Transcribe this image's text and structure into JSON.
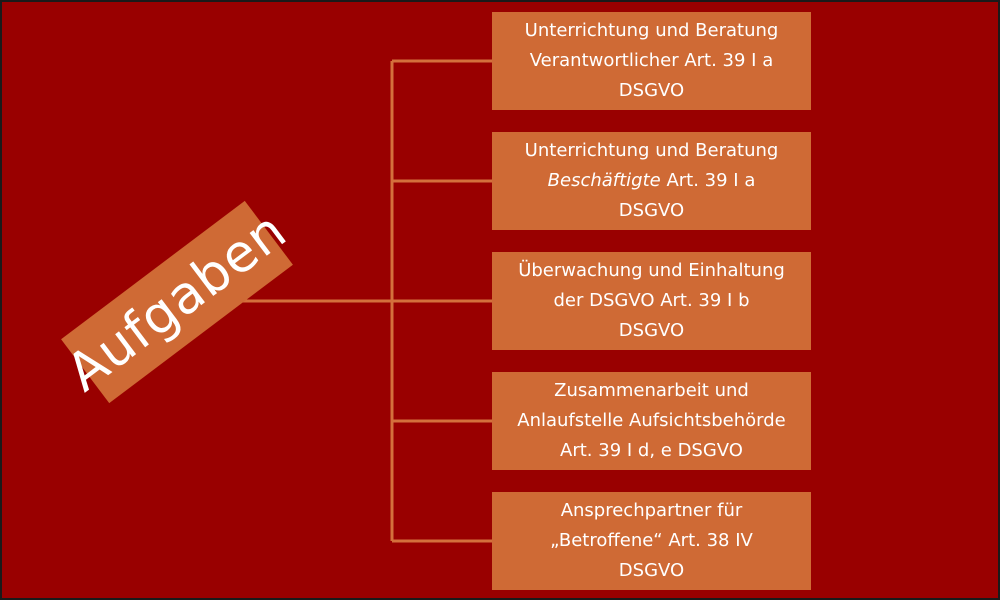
{
  "root": {
    "label": "Aufgaben"
  },
  "colors": {
    "background": "#990000",
    "box": "#cf6a35",
    "connector": "#d4703c",
    "text": "#ffffff"
  },
  "tasks": [
    {
      "line1": "Unterrichtung und Beratung",
      "line2_italic": "",
      "line2": "Verantwortlicher Art. 39 I a",
      "line3": "DSGVO"
    },
    {
      "line1": "Unterrichtung und Beratung",
      "line2_italic": "Beschäftigte",
      "line2": " Art. 39 I a",
      "line3": "DSGVO"
    },
    {
      "line1": "Überwachung und Einhaltung",
      "line2_italic": "",
      "line2": "der DSGVO Art. 39 I b",
      "line3": "DSGVO"
    },
    {
      "line1": "Zusammenarbeit und",
      "line2_italic": "",
      "line2": "Anlaufstelle Aufsichtsbehörde",
      "line3": "Art. 39 I d, e DSGVO"
    },
    {
      "line1": "Ansprechpartner für",
      "line2_italic": "",
      "line2": "„Betroffene“ Art. 38 IV",
      "line3": "DSGVO"
    }
  ]
}
